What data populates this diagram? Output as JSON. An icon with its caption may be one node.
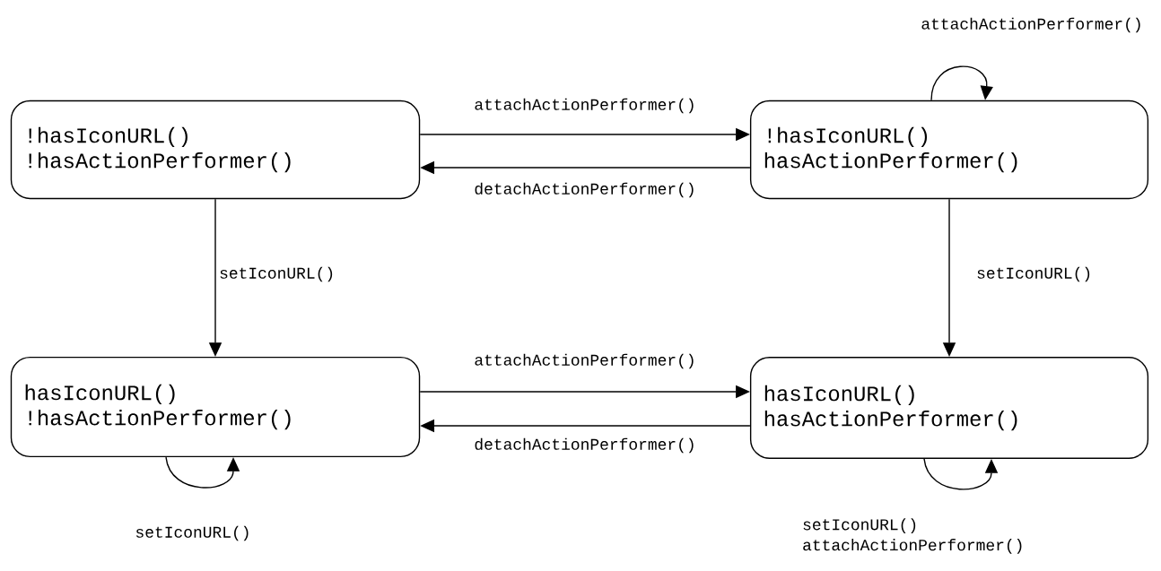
{
  "diagram": {
    "nodes": [
      {
        "text": [
          "!hasIconURL()",
          "!hasActionPerformer()"
        ]
      },
      {
        "text": [
          "!hasIconURL()",
          "hasActionPerformer()"
        ]
      },
      {
        "text": [
          "hasIconURL()",
          "!hasActionPerformer()"
        ]
      },
      {
        "text": [
          "hasIconURL()",
          "hasActionPerformer()"
        ]
      }
    ],
    "edges": [
      {
        "from": 0,
        "to": 1,
        "arrow": "to",
        "label": "attachActionPerformer()"
      },
      {
        "from": 1,
        "to": 0,
        "arrow": "to",
        "label": "detachActionPerformer()"
      },
      {
        "from": 1,
        "to": 1,
        "arrow": "to",
        "label": "attachActionPerformer()"
      },
      {
        "from": 0,
        "to": 2,
        "arrow": "to",
        "label": "setIconURL()"
      },
      {
        "from": 1,
        "to": 3,
        "arrow": "to",
        "label": "setIconURL()"
      },
      {
        "from": 2,
        "to": 3,
        "arrow": "to",
        "label": "attachActionPerformer()"
      },
      {
        "from": 3,
        "to": 2,
        "arrow": "to",
        "label": "detachActionPerformer()"
      },
      {
        "from": 2,
        "to": 2,
        "arrow": "to",
        "label": "setIconURL()"
      },
      {
        "from": 3,
        "to": 3,
        "arrow": "to",
        "label": "setIconURL() attachActionPerformer()"
      }
    ]
  }
}
